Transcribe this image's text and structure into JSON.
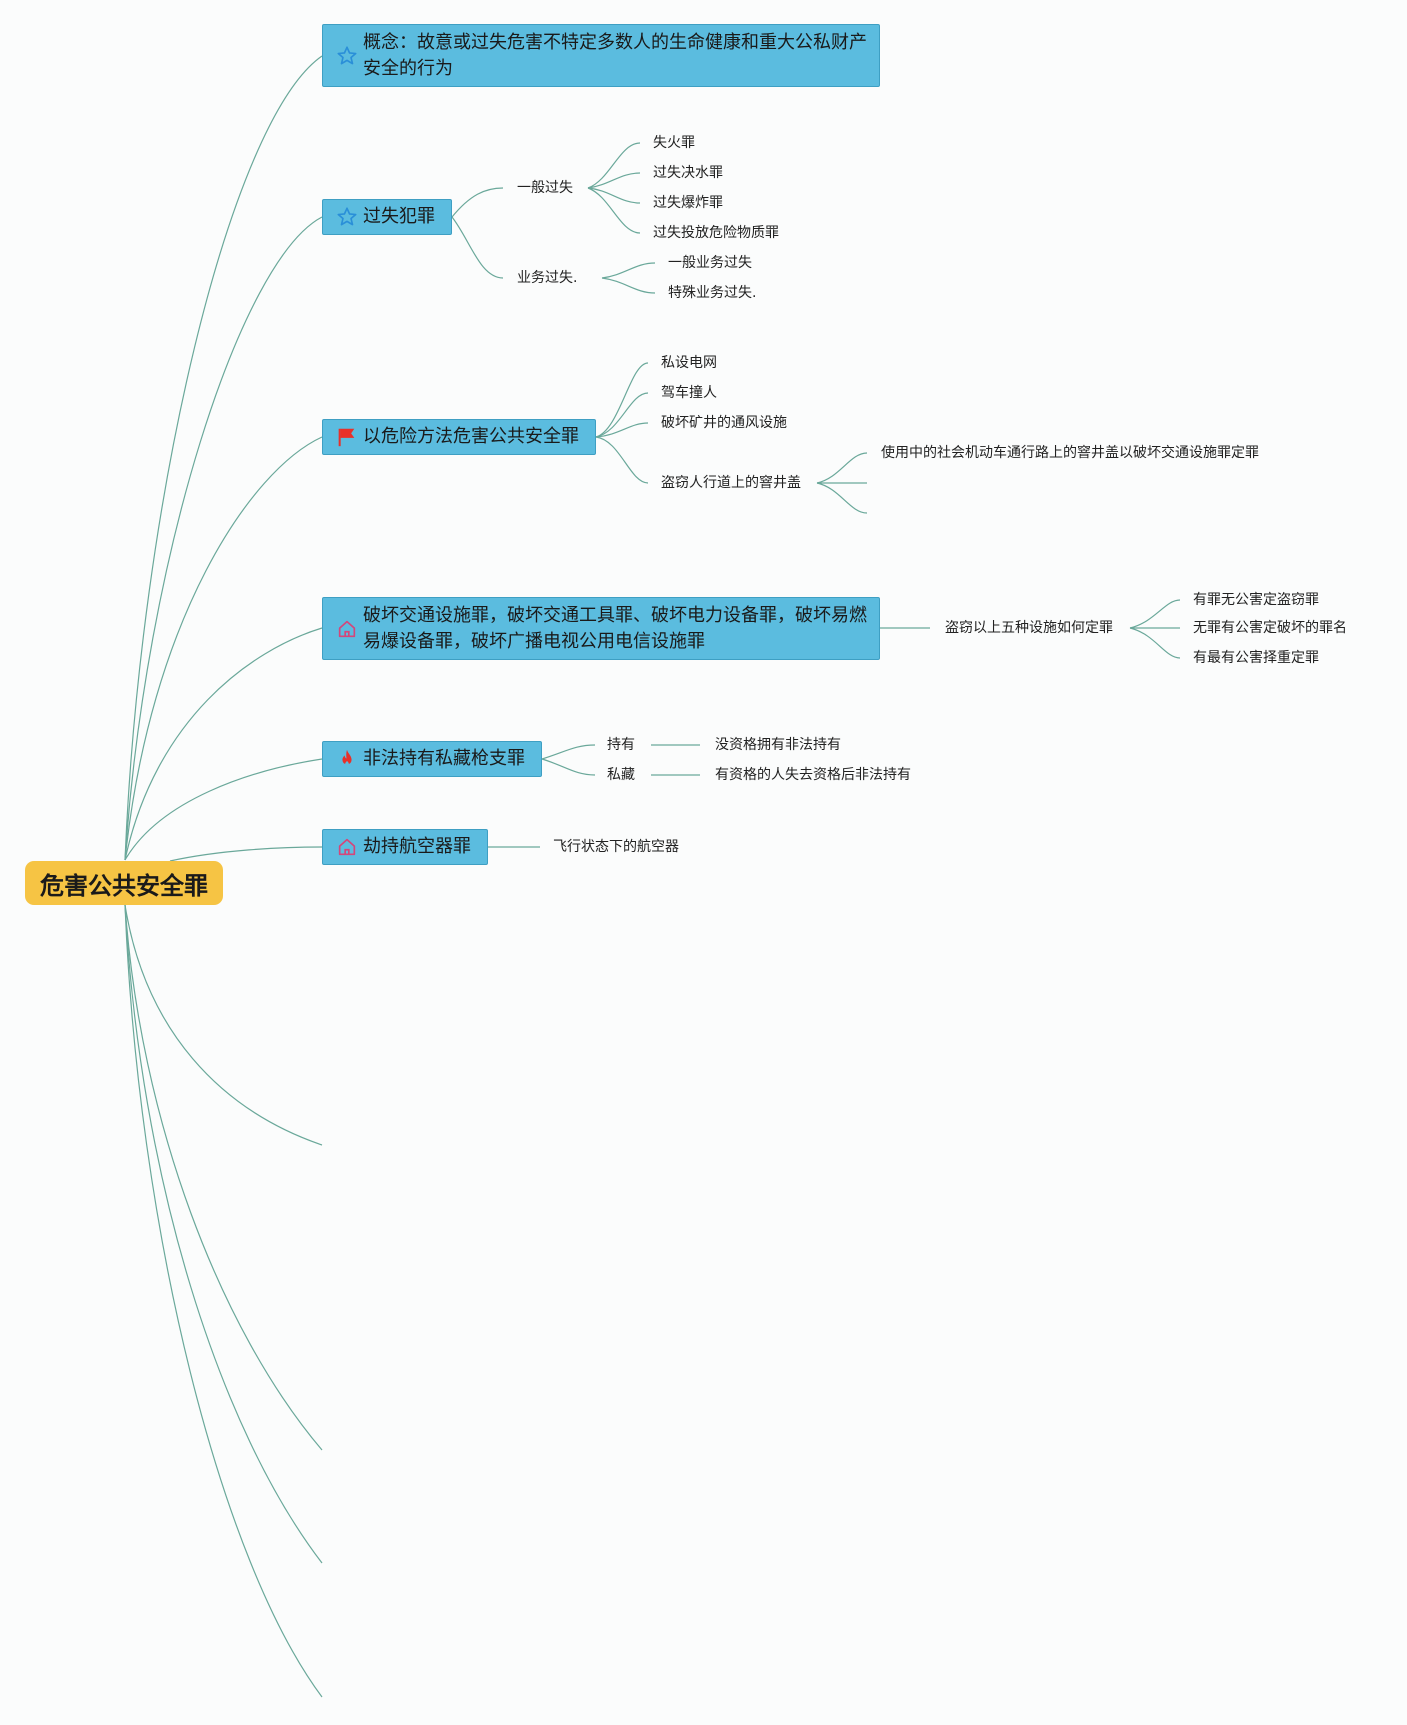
{
  "root": {
    "label": "危害公共安全罪"
  },
  "colors": {
    "line": "#6aa89a",
    "topic_fill": "#5bbcdf",
    "root_fill": "#f6c444",
    "flag": "#e8302a",
    "flame": "#e8302a",
    "star": "#2a8fd8",
    "house": "#d5467a"
  },
  "topics": [
    {
      "label": "概念：故意或过失危害不特定多数人的生命健康和重大公私财产安全的行为",
      "icon": "star-icon"
    },
    {
      "label": "过失犯罪",
      "icon": "star-icon"
    },
    {
      "label": "以危险方法危害公共安全罪",
      "icon": "flag-icon"
    },
    {
      "label": "破坏交通设施罪，破坏交通工具罪、破坏电力设备罪，破坏易燃易爆设备罪，破坏广播电视公用电信设施罪",
      "icon": "house-icon"
    },
    {
      "label": "非法持有私藏枪支罪",
      "icon": "flame-icon"
    },
    {
      "label": "劫持航空器罪",
      "icon": "house-icon"
    }
  ],
  "subs": {
    "negligence": {
      "general": "一般过失",
      "general_items": [
        "失火罪",
        "过失决水罪",
        "过失爆炸罪",
        "过失投放危险物质罪"
      ],
      "business": "业务过失.",
      "business_items": [
        "一般业务过失",
        "特殊业务过失."
      ]
    },
    "danger": {
      "items": [
        "私设电网",
        "驾车撞人",
        "破坏矿井的通风设施",
        "盗窃人行道上的窨井盖"
      ],
      "detail": "使用中的社会机动车通行路上的窨井盖以破坏交通设施罪定罪"
    },
    "traffic": {
      "question": "盗窃以上五种设施如何定罪",
      "answers": [
        "有罪无公害定盗窃罪",
        "无罪有公害定破坏的罪名",
        "有最有公害择重定罪"
      ]
    },
    "gun": {
      "items": [
        "持有",
        "私藏"
      ],
      "notes": [
        "没资格拥有非法持有",
        "有资格的人失去资格后非法持有"
      ]
    },
    "hijack": {
      "note": "飞行状态下的航空器"
    }
  }
}
